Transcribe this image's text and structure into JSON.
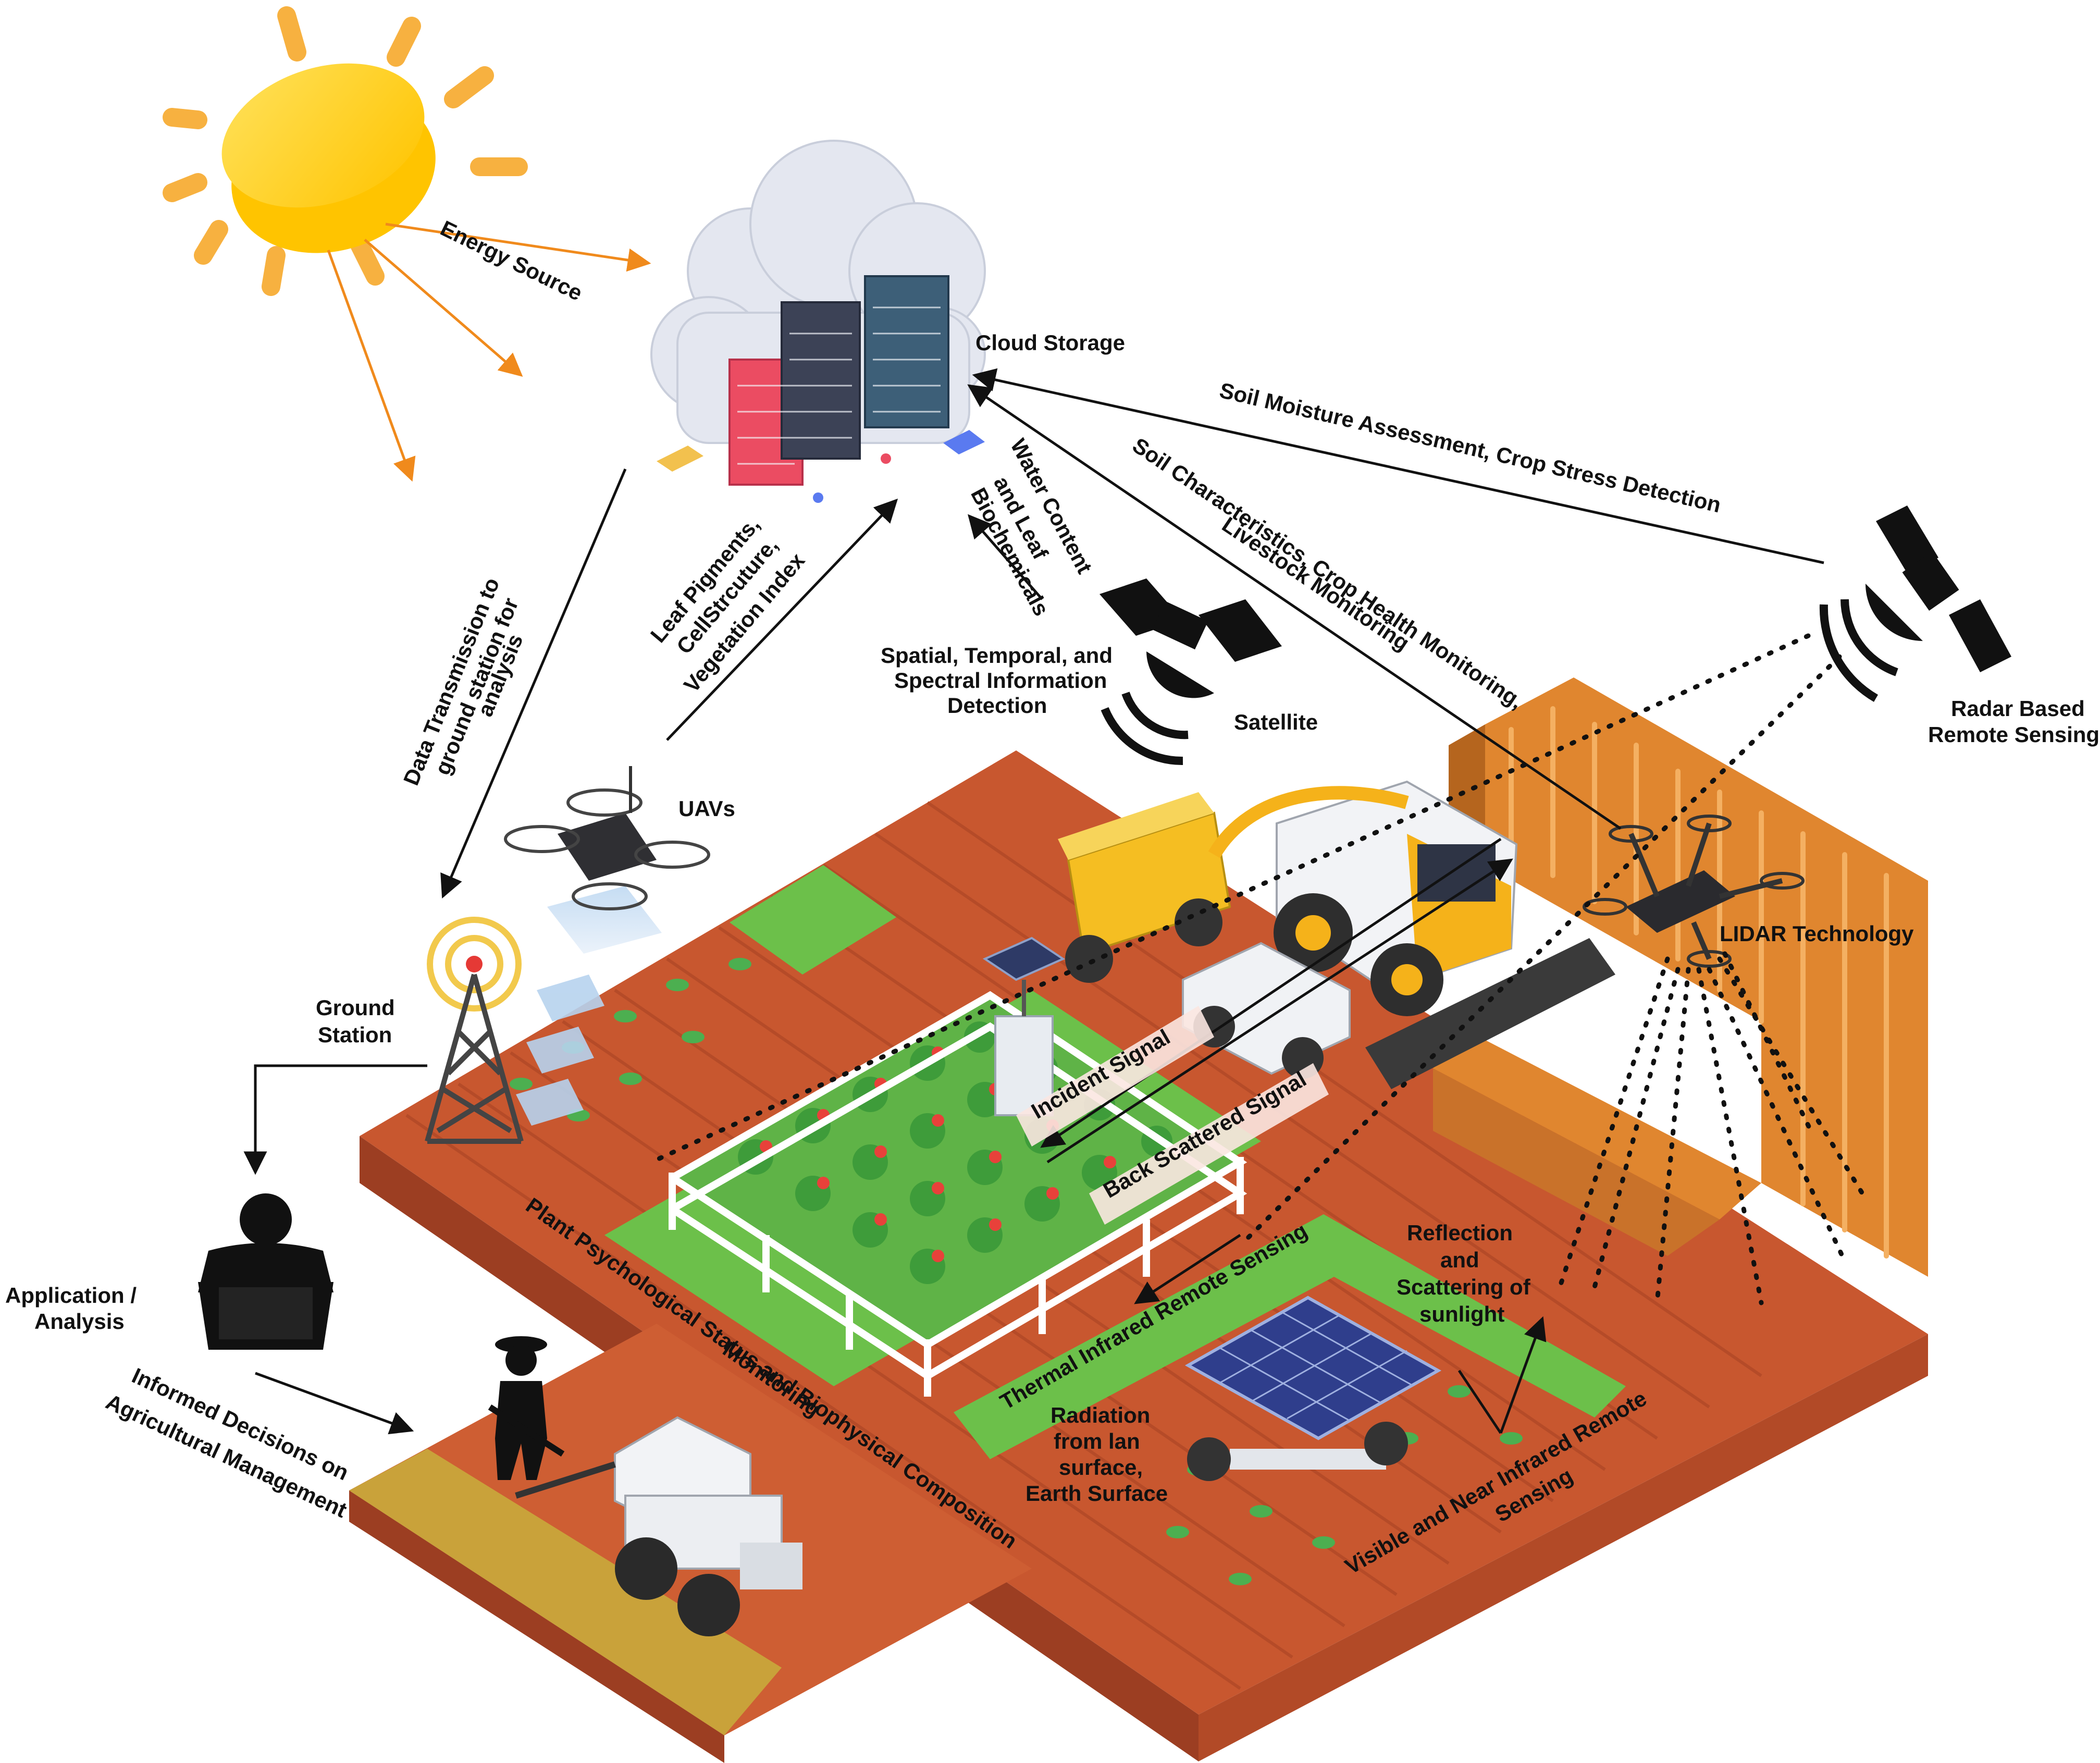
{
  "labels": {
    "energy_source": "Energy Source",
    "cloud_storage": "Cloud Storage",
    "soil_moisture": "Soil Moisture Assessment, Crop Stress Detection",
    "soil_characteristics_1": "Soil Characteristics, Crop Health Monitoring,",
    "soil_characteristics_2": "Livestock Monitoring",
    "water_content_1": "Water Content",
    "water_content_2": "and Leaf",
    "water_content_3": "Biochemicals",
    "leaf_pigments_1": "Leaf Pigments,",
    "leaf_pigments_2": "CellStrcuture,",
    "leaf_pigments_3": "Vegetation Index",
    "data_transmission_1": "Data Transmission to",
    "data_transmission_2": "ground station for",
    "data_transmission_3": "analysis",
    "spatial_1": "Spatial, Temporal, and",
    "spatial_2": "Spectral Information",
    "spatial_3": "Detection",
    "satellite": "Satellite",
    "radar_1": "Radar Based",
    "radar_2": "Remote Sensing",
    "uavs": "UAVs",
    "lidar": "LIDAR Technology",
    "ground_station_1": "Ground",
    "ground_station_2": "Station",
    "application_1": "Application /",
    "application_2": "Analysis",
    "informed_1": "Informed Decisions on",
    "informed_2": "Agricultural Management",
    "incident_signal": "Incident Signal",
    "back_scattered": "Back Scattered Signal",
    "plant_status_1": "Plant Psychological Status and Biophysical Composition",
    "plant_status_2": "Monitoring",
    "thermal_ir": "Thermal Infrared Remote Sensing",
    "reflection_1": "Reflection",
    "reflection_2": "and",
    "reflection_3": "Scattering of",
    "reflection_4": "sunlight",
    "radiation_1": "Radiation",
    "radiation_2": "from lan",
    "radiation_3": "surface,",
    "radiation_4": "Earth Surface",
    "visible_nir_1": "Visible and Near Infrared Remote",
    "visible_nir_2": "Sensing"
  },
  "colors": {
    "sun": "#FFD21F",
    "sun_ray": "#F7B140",
    "sun_arrow": "#F08A1C",
    "soil": "#C8572F",
    "soil_dark": "#9C3E22",
    "grass": "#6CC04A",
    "wheat": "#E0862F",
    "cloud": "#E4E7F0",
    "server_red": "#EB4C62",
    "server_dark": "#3C4256",
    "server_teal": "#3D5F78"
  },
  "icons": [
    "sun-icon",
    "cloud-storage-icon",
    "satellite-icon",
    "radar-satellite-icon",
    "uav-drone-icon",
    "lidar-drone-icon",
    "ground-station-tower-icon",
    "analyst-laptop-icon",
    "farmer-icon",
    "harvester-icon",
    "robot-tractor-icon",
    "solar-robot-icon",
    "sensor-station-icon",
    "crop-field-icon",
    "wheat-field-icon"
  ]
}
